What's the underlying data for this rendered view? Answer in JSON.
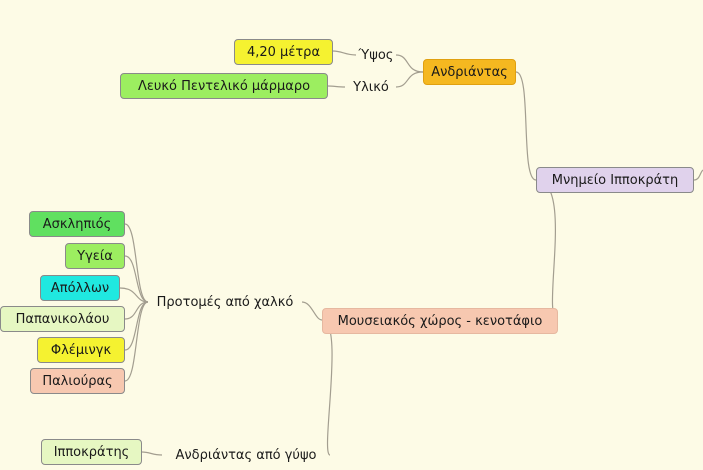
{
  "colors": {
    "background": "#fdfbe6",
    "line": "#a39e90",
    "yellow": "#f5f230",
    "light_green": "#9cee60",
    "green": "#60e060",
    "cyan": "#20e8e0",
    "pale_green": "#e6f7c2",
    "salmon": "#f7c8b0",
    "orange": "#f5b820",
    "lavender": "#e0d2ec"
  },
  "mindmap": {
    "root": {
      "label": "Μνημείο Ιπποκράτη"
    },
    "branches": [
      {
        "label": "Ανδριάντας",
        "children": [
          {
            "label": "Ύψος",
            "value": "4,20 μέτρα"
          },
          {
            "label": "Υλικό",
            "value": "Λευκό Πεντελικό μάρμαρο"
          }
        ]
      },
      {
        "label": "Μουσειακός χώρος - κενοτάφιο",
        "children": [
          {
            "label": "Προτομές από χαλκό",
            "items": [
              "Ασκληπιός",
              "Υγεία",
              "Απόλλων",
              "Παπανικολάου",
              "Φλέμινγκ",
              "Παλιούρας"
            ]
          },
          {
            "label": "Ανδριάντας από γύψο",
            "items": [
              "Ιπποκράτης"
            ]
          }
        ]
      }
    ]
  }
}
